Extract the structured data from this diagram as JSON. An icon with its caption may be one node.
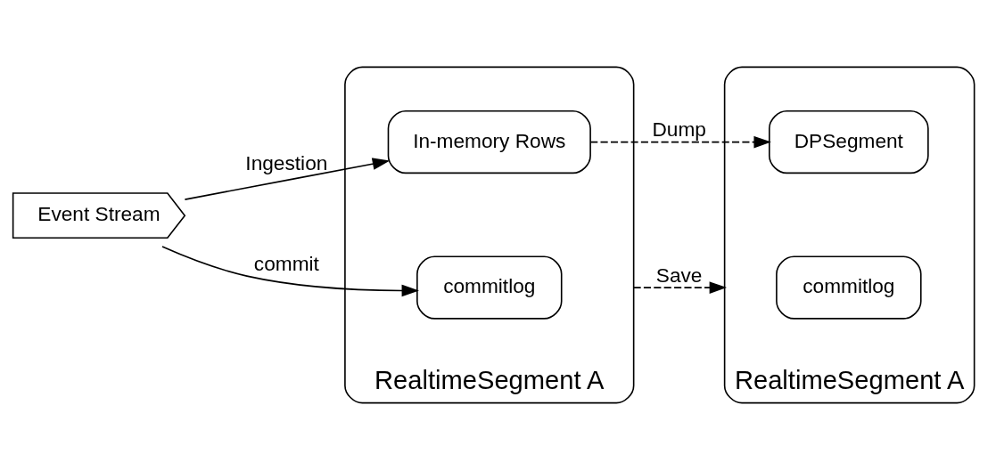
{
  "diagram": {
    "nodes": [
      {
        "text": [
          "Event Stream"
        ]
      },
      {
        "text": [
          "RealtimeSegment A"
        ]
      },
      {
        "text": [
          "In-memory Rows"
        ],
        "in": 1
      },
      {
        "text": [
          "commitlog"
        ],
        "in": 1
      },
      {
        "text": [
          "RealtimeSegment A"
        ]
      },
      {
        "text": [
          "DPSegment"
        ],
        "in": 4
      },
      {
        "text": [
          "commitlog"
        ],
        "in": 4
      }
    ],
    "edges": [
      {
        "from": 0,
        "to": 2,
        "arrow": "to",
        "label": "Ingestion"
      },
      {
        "from": 0,
        "to": 3,
        "arrow": "to",
        "label": "commit"
      },
      {
        "from": 2,
        "to": 5,
        "arrow": "to",
        "label": "Dump",
        "style": "dashed"
      },
      {
        "from": 1,
        "to": 4,
        "arrow": "to",
        "label": "Save",
        "style": "dashed"
      }
    ]
  }
}
